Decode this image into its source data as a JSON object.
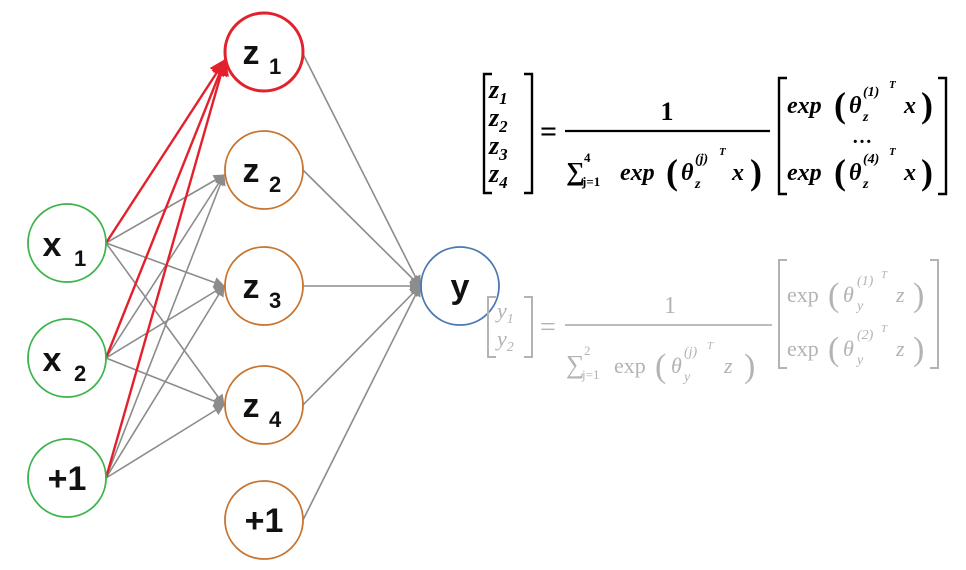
{
  "colors": {
    "input_stroke": "#3cb44b",
    "hidden_stroke": "#c8742e",
    "highlight_stroke": "#e3212d",
    "output_stroke": "#4a78b0",
    "edge": "#8c8c8c",
    "highlight_edge": "#e3212d",
    "faded_text": "#b3b3b3"
  },
  "inputs": [
    {
      "base": "x",
      "sub": "1"
    },
    {
      "base": "x",
      "sub": "2"
    },
    {
      "base": "+1",
      "sub": ""
    }
  ],
  "hidden": [
    {
      "base": "z",
      "sub": "1"
    },
    {
      "base": "z",
      "sub": "2"
    },
    {
      "base": "z",
      "sub": "3"
    },
    {
      "base": "z",
      "sub": "4"
    },
    {
      "base": "+1",
      "sub": ""
    }
  ],
  "output": {
    "base": "y",
    "sub": ""
  },
  "equation_z": {
    "lhs": [
      "z",
      "z",
      "z",
      "z"
    ],
    "lhs_subs": [
      "1",
      "2",
      "3",
      "4"
    ],
    "equals": "=",
    "numerator": "1",
    "sum": "∑",
    "sum_sub": "j=1",
    "sum_sup": "4",
    "exp": "exp",
    "theta": "θ",
    "theta_sub": "z",
    "sup_j": "(j)",
    "sup_1": "(1)",
    "sup_4": "(4)",
    "T": "T",
    "var": "x",
    "dots": "…"
  },
  "equation_y": {
    "lhs": [
      "y",
      "y"
    ],
    "lhs_subs": [
      "1",
      "2"
    ],
    "equals": "=",
    "numerator": "1",
    "sum": "∑",
    "sum_sub": "j=1",
    "sum_sup": "2",
    "exp": "exp",
    "theta": "θ",
    "theta_sub": "y",
    "sup_j": "(j)",
    "sup_1": "(1)",
    "sup_2": "(2)",
    "T": "T",
    "var": "z"
  }
}
